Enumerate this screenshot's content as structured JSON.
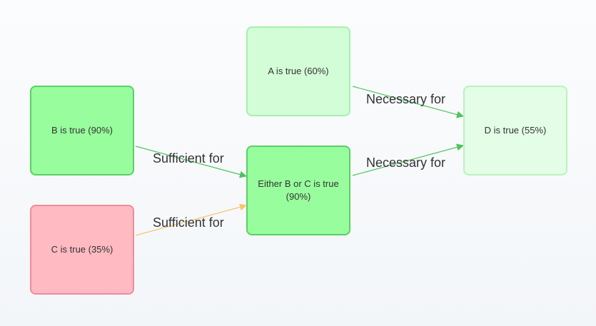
{
  "diagram": {
    "nodes": [
      {
        "id": "a",
        "label": "A is true (60%)",
        "fill": "#d2fdd6",
        "stroke": "#a7f0ae"
      },
      {
        "id": "b",
        "label": "B is true (90%)",
        "fill": "#98fd9d",
        "stroke": "#5bcf66"
      },
      {
        "id": "c",
        "label": "C is true (35%)",
        "fill": "#ffbac2",
        "stroke": "#ee8d97"
      },
      {
        "id": "bc",
        "label": "Either B or C is true (90%)",
        "fill": "#98fd9d",
        "stroke": "#5bcf66"
      },
      {
        "id": "d",
        "label": "D is true (55%)",
        "fill": "#e4fde6",
        "stroke": "#b8f3bd"
      }
    ],
    "edges": [
      {
        "from": "b",
        "to": "bc",
        "label": "Sufficient for",
        "color": "#4fc35e"
      },
      {
        "from": "c",
        "to": "bc",
        "label": "Sufficient for",
        "color": "#f8c46f"
      },
      {
        "from": "a",
        "to": "d",
        "label": "Necessary for",
        "color": "#4fc35e"
      },
      {
        "from": "bc",
        "to": "d",
        "label": "Necessary for",
        "color": "#4fc35e"
      }
    ]
  }
}
